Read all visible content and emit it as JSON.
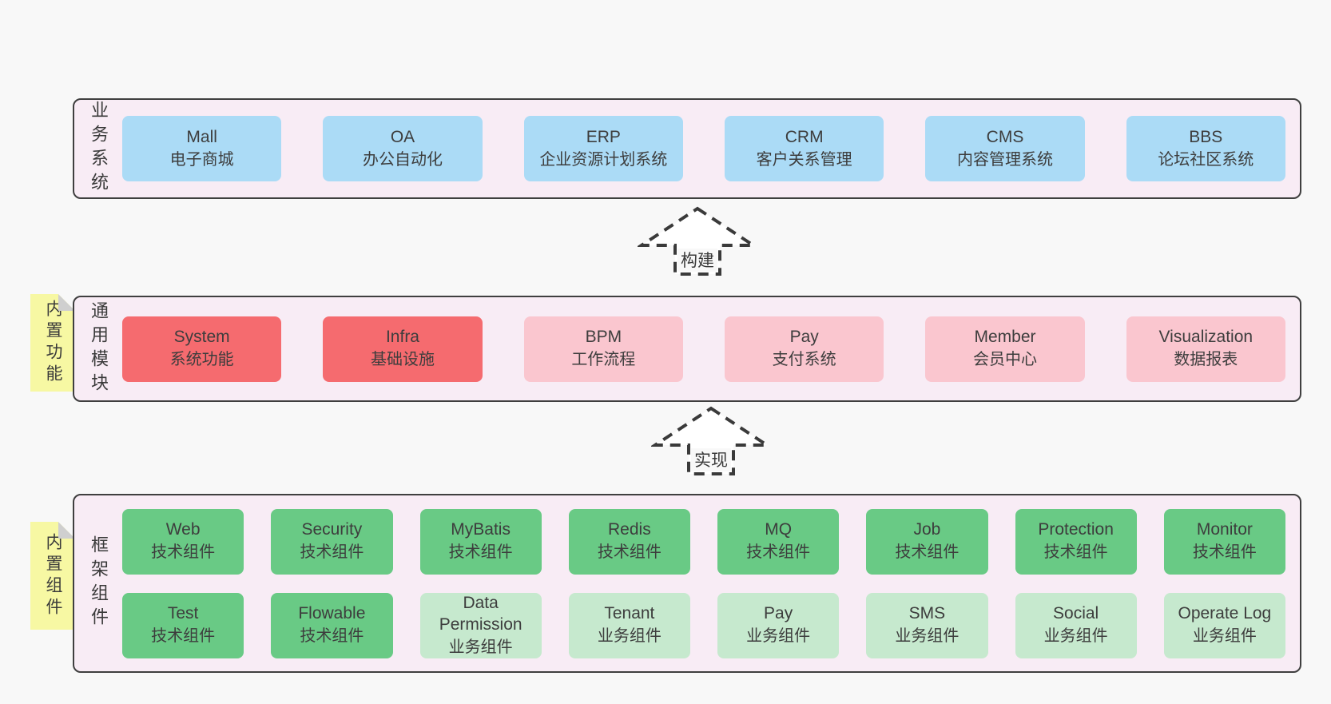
{
  "colors": {
    "page_background": "#f8f8f8",
    "band_fill": "#f8ecf5",
    "band_border": "#3f3f3f",
    "box_blue": "#abdbf6",
    "box_red": "#f56b6f",
    "box_pink": "#fac6cf",
    "box_green": "#69ca85",
    "box_light_green": "#c6e9ce",
    "sticky_yellow": "#f7f8a3",
    "sticky_fold_gray": "#cfcfcf",
    "text": "#3d3d3d",
    "arrow_stroke": "#3a3a3a"
  },
  "arrows": [
    {
      "label": "构建"
    },
    {
      "label": "实现"
    }
  ],
  "bands": [
    {
      "label": "业务系统",
      "boxes": [
        {
          "name": "Mall",
          "desc": "电子商城"
        },
        {
          "name": "OA",
          "desc": "办公自动化"
        },
        {
          "name": "ERP",
          "desc": "企业资源计划系统"
        },
        {
          "name": "CRM",
          "desc": "客户关系管理"
        },
        {
          "name": "CMS",
          "desc": "内容管理系统"
        },
        {
          "name": "BBS",
          "desc": "论坛社区系统"
        }
      ]
    },
    {
      "label": "通用模块",
      "sticky": "内置功能",
      "boxes": [
        {
          "name": "System",
          "desc": "系统功能"
        },
        {
          "name": "Infra",
          "desc": "基础设施"
        },
        {
          "name": "BPM",
          "desc": "工作流程"
        },
        {
          "name": "Pay",
          "desc": "支付系统"
        },
        {
          "name": "Member",
          "desc": "会员中心"
        },
        {
          "name": "Visualization",
          "desc": "数据报表"
        }
      ]
    },
    {
      "label": "框架组件",
      "sticky": "内置组件",
      "boxes": [
        {
          "name": "Web",
          "desc": "技术组件"
        },
        {
          "name": "Security",
          "desc": "技术组件"
        },
        {
          "name": "MyBatis",
          "desc": "技术组件"
        },
        {
          "name": "Redis",
          "desc": "技术组件"
        },
        {
          "name": "MQ",
          "desc": "技术组件"
        },
        {
          "name": "Job",
          "desc": "技术组件"
        },
        {
          "name": "Protection",
          "desc": "技术组件"
        },
        {
          "name": "Monitor",
          "desc": "技术组件"
        },
        {
          "name": "Test",
          "desc": "技术组件"
        },
        {
          "name": "Flowable",
          "desc": "技术组件"
        },
        {
          "name": "Data Permission",
          "desc": "业务组件"
        },
        {
          "name": "Tenant",
          "desc": "业务组件"
        },
        {
          "name": "Pay",
          "desc": "业务组件"
        },
        {
          "name": "SMS",
          "desc": "业务组件"
        },
        {
          "name": "Social",
          "desc": "业务组件"
        },
        {
          "name": "Operate Log",
          "desc": "业务组件"
        }
      ]
    }
  ]
}
